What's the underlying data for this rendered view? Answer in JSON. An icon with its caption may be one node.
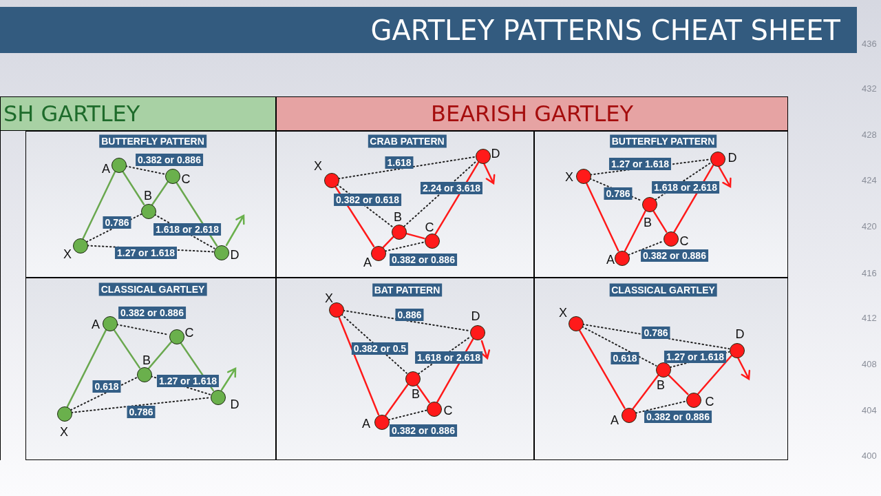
{
  "diagram": {
    "title": "GARTLEY PATTERNS CHEAT SHEET",
    "nodes": [
      {
        "text": [
          "SH GARTLEY"
        ]
      },
      {
        "text": [
          "BEARISH GARTLEY"
        ]
      },
      {
        "text": [
          "BUTTERFLY PATTERN"
        ]
      },
      {
        "text": [],
        "shape": "circle",
        "in": 2,
        "beside": [
          "X"
        ]
      },
      {
        "text": [],
        "shape": "circle",
        "in": 2,
        "beside": [
          "A"
        ]
      },
      {
        "text": [],
        "shape": "circle",
        "in": 2,
        "beside": [
          "B"
        ]
      },
      {
        "text": [],
        "shape": "circle",
        "in": 2,
        "beside": [
          "C"
        ]
      },
      {
        "text": [],
        "shape": "circle",
        "in": 2,
        "beside": [
          "D"
        ]
      },
      {
        "text": [
          "CRAB PATTERN"
        ]
      },
      {
        "text": [],
        "shape": "circle",
        "in": 8,
        "beside": [
          "X"
        ]
      },
      {
        "text": [],
        "shape": "circle",
        "in": 8,
        "beside": [
          "A"
        ]
      },
      {
        "text": [],
        "shape": "circle",
        "in": 8,
        "beside": [
          "B"
        ]
      },
      {
        "text": [],
        "shape": "circle",
        "in": 8,
        "beside": [
          "C"
        ]
      },
      {
        "text": [],
        "shape": "circle",
        "in": 8,
        "beside": [
          "D"
        ]
      },
      {
        "text": [
          "BUTTERFLY PATTERN"
        ]
      },
      {
        "text": [],
        "shape": "circle",
        "in": 14,
        "beside": [
          "X"
        ]
      },
      {
        "text": [],
        "shape": "circle",
        "in": 14,
        "beside": [
          "A"
        ]
      },
      {
        "text": [],
        "shape": "circle",
        "in": 14,
        "beside": [
          "B"
        ]
      },
      {
        "text": [],
        "shape": "circle",
        "in": 14,
        "beside": [
          "C"
        ]
      },
      {
        "text": [],
        "shape": "circle",
        "in": 14,
        "beside": [
          "D"
        ]
      },
      {
        "text": [
          "CLASSICAL GARTLEY"
        ]
      },
      {
        "text": [],
        "shape": "circle",
        "in": 20,
        "beside": [
          "X"
        ]
      },
      {
        "text": [],
        "shape": "circle",
        "in": 20,
        "beside": [
          "A"
        ]
      },
      {
        "text": [],
        "shape": "circle",
        "in": 20,
        "beside": [
          "B"
        ]
      },
      {
        "text": [],
        "shape": "circle",
        "in": 20,
        "beside": [
          "C"
        ]
      },
      {
        "text": [],
        "shape": "circle",
        "in": 20,
        "beside": [
          "D"
        ]
      },
      {
        "text": [
          "BAT PATTERN"
        ]
      },
      {
        "text": [],
        "shape": "circle",
        "in": 26,
        "beside": [
          "X"
        ]
      },
      {
        "text": [],
        "shape": "circle",
        "in": 26,
        "beside": [
          "A"
        ]
      },
      {
        "text": [],
        "shape": "circle",
        "in": 26,
        "beside": [
          "B"
        ]
      },
      {
        "text": [],
        "shape": "circle",
        "in": 26,
        "beside": [
          "C"
        ]
      },
      {
        "text": [],
        "shape": "circle",
        "in": 26,
        "beside": [
          "D"
        ]
      },
      {
        "text": [
          "CLASSICAL GARTLEY"
        ]
      },
      {
        "text": [],
        "shape": "circle",
        "in": 32,
        "beside": [
          "X"
        ]
      },
      {
        "text": [],
        "shape": "circle",
        "in": 32,
        "beside": [
          "A"
        ]
      },
      {
        "text": [],
        "shape": "circle",
        "in": 32,
        "beside": [
          "B"
        ]
      },
      {
        "text": [],
        "shape": "circle",
        "in": 32,
        "beside": [
          "C"
        ]
      },
      {
        "text": [],
        "shape": "circle",
        "in": 32,
        "beside": [
          "D"
        ]
      }
    ],
    "edges": [
      {
        "from": 3,
        "to": 4,
        "arrow": "none",
        "color": "#6aa84f"
      },
      {
        "from": 4,
        "to": 5,
        "arrow": "none",
        "color": "#6aa84f"
      },
      {
        "from": 5,
        "to": 6,
        "arrow": "none",
        "color": "#6aa84f"
      },
      {
        "from": 6,
        "to": 7,
        "arrow": "none",
        "color": "#6aa84f"
      },
      {
        "from": 3,
        "to": 7,
        "arrow": "none",
        "style": "dashed",
        "label": "1.27 or 1.618"
      },
      {
        "from": 3,
        "to": 5,
        "arrow": "none",
        "style": "dashed",
        "label": "0.786"
      },
      {
        "from": 5,
        "to": 7,
        "arrow": "none",
        "style": "dashed",
        "label": "1.618 or 2.618"
      },
      {
        "from": 4,
        "to": 6,
        "arrow": "none",
        "style": "dashed",
        "label": "0.382 or 0.886"
      },
      {
        "from": 9,
        "to": 10,
        "arrow": "none",
        "color": "#ff1a1a"
      },
      {
        "from": 10,
        "to": 11,
        "arrow": "none",
        "color": "#ff1a1a"
      },
      {
        "from": 11,
        "to": 12,
        "arrow": "none",
        "color": "#ff1a1a"
      },
      {
        "from": 12,
        "to": 13,
        "arrow": "none",
        "color": "#ff1a1a"
      },
      {
        "from": 9,
        "to": 13,
        "arrow": "none",
        "style": "dashed",
        "label": "1.618"
      },
      {
        "from": 9,
        "to": 11,
        "arrow": "none",
        "style": "dashed",
        "label": "0.382 or 0.618"
      },
      {
        "from": 11,
        "to": 13,
        "arrow": "none",
        "style": "dashed",
        "label": "2.24 or 3.618"
      },
      {
        "from": 10,
        "to": 12,
        "arrow": "none",
        "style": "dashed",
        "label": "0.382 or 0.886"
      },
      {
        "from": 15,
        "to": 16,
        "arrow": "none",
        "color": "#ff1a1a"
      },
      {
        "from": 16,
        "to": 17,
        "arrow": "none",
        "color": "#ff1a1a"
      },
      {
        "from": 17,
        "to": 18,
        "arrow": "none",
        "color": "#ff1a1a"
      },
      {
        "from": 18,
        "to": 19,
        "arrow": "none",
        "color": "#ff1a1a"
      },
      {
        "from": 15,
        "to": 19,
        "arrow": "none",
        "style": "dashed",
        "label": "1.27 or 1.618"
      },
      {
        "from": 15,
        "to": 17,
        "arrow": "none",
        "style": "dashed",
        "label": "0.786"
      },
      {
        "from": 17,
        "to": 19,
        "arrow": "none",
        "style": "dashed",
        "label": "1.618 or 2.618"
      },
      {
        "from": 16,
        "to": 18,
        "arrow": "none",
        "style": "dashed",
        "label": "0.382 or 0.886"
      },
      {
        "from": 21,
        "to": 22,
        "arrow": "none",
        "color": "#6aa84f"
      },
      {
        "from": 22,
        "to": 23,
        "arrow": "none",
        "color": "#6aa84f"
      },
      {
        "from": 23,
        "to": 24,
        "arrow": "none",
        "color": "#6aa84f"
      },
      {
        "from": 24,
        "to": 25,
        "arrow": "none",
        "color": "#6aa84f"
      },
      {
        "from": 21,
        "to": 25,
        "arrow": "none",
        "style": "dashed",
        "label": "0.786"
      },
      {
        "from": 21,
        "to": 23,
        "arrow": "none",
        "style": "dashed",
        "label": "0.618"
      },
      {
        "from": 23,
        "to": 25,
        "arrow": "none",
        "style": "dashed",
        "label": "1.27 or 1.618"
      },
      {
        "from": 22,
        "to": 24,
        "arrow": "none",
        "style": "dashed",
        "label": "0.382 or 0.886"
      },
      {
        "from": 27,
        "to": 28,
        "arrow": "none",
        "color": "#ff1a1a"
      },
      {
        "from": 28,
        "to": 29,
        "arrow": "none",
        "color": "#ff1a1a"
      },
      {
        "from": 29,
        "to": 30,
        "arrow": "none",
        "color": "#ff1a1a"
      },
      {
        "from": 30,
        "to": 31,
        "arrow": "none",
        "color": "#ff1a1a"
      },
      {
        "from": 27,
        "to": 31,
        "arrow": "none",
        "style": "dashed",
        "label": "0.886"
      },
      {
        "from": 27,
        "to": 29,
        "arrow": "none",
        "style": "dashed",
        "label": "0.382 or 0.5"
      },
      {
        "from": 29,
        "to": 31,
        "arrow": "none",
        "style": "dashed",
        "label": "1.618 or 2.618"
      },
      {
        "from": 28,
        "to": 30,
        "arrow": "none",
        "style": "dashed",
        "label": "0.382 or 0.886"
      },
      {
        "from": 33,
        "to": 34,
        "arrow": "none",
        "color": "#ff1a1a"
      },
      {
        "from": 34,
        "to": 35,
        "arrow": "none",
        "color": "#ff1a1a"
      },
      {
        "from": 35,
        "to": 36,
        "arrow": "none",
        "color": "#ff1a1a"
      },
      {
        "from": 36,
        "to": 37,
        "arrow": "none",
        "color": "#ff1a1a"
      },
      {
        "from": 33,
        "to": 37,
        "arrow": "none",
        "style": "dashed",
        "label": "0.786"
      },
      {
        "from": 33,
        "to": 35,
        "arrow": "none",
        "style": "dashed",
        "label": "0.618"
      },
      {
        "from": 35,
        "to": 37,
        "arrow": "none",
        "style": "dashed",
        "label": "1.27 or 1.618"
      },
      {
        "from": 34,
        "to": 36,
        "arrow": "none",
        "style": "dashed",
        "label": "0.382 or 0.886"
      }
    ],
    "labels": [
      "436",
      "432",
      "428",
      "424",
      "420",
      "416",
      "412",
      "408",
      "404",
      "400"
    ]
  }
}
